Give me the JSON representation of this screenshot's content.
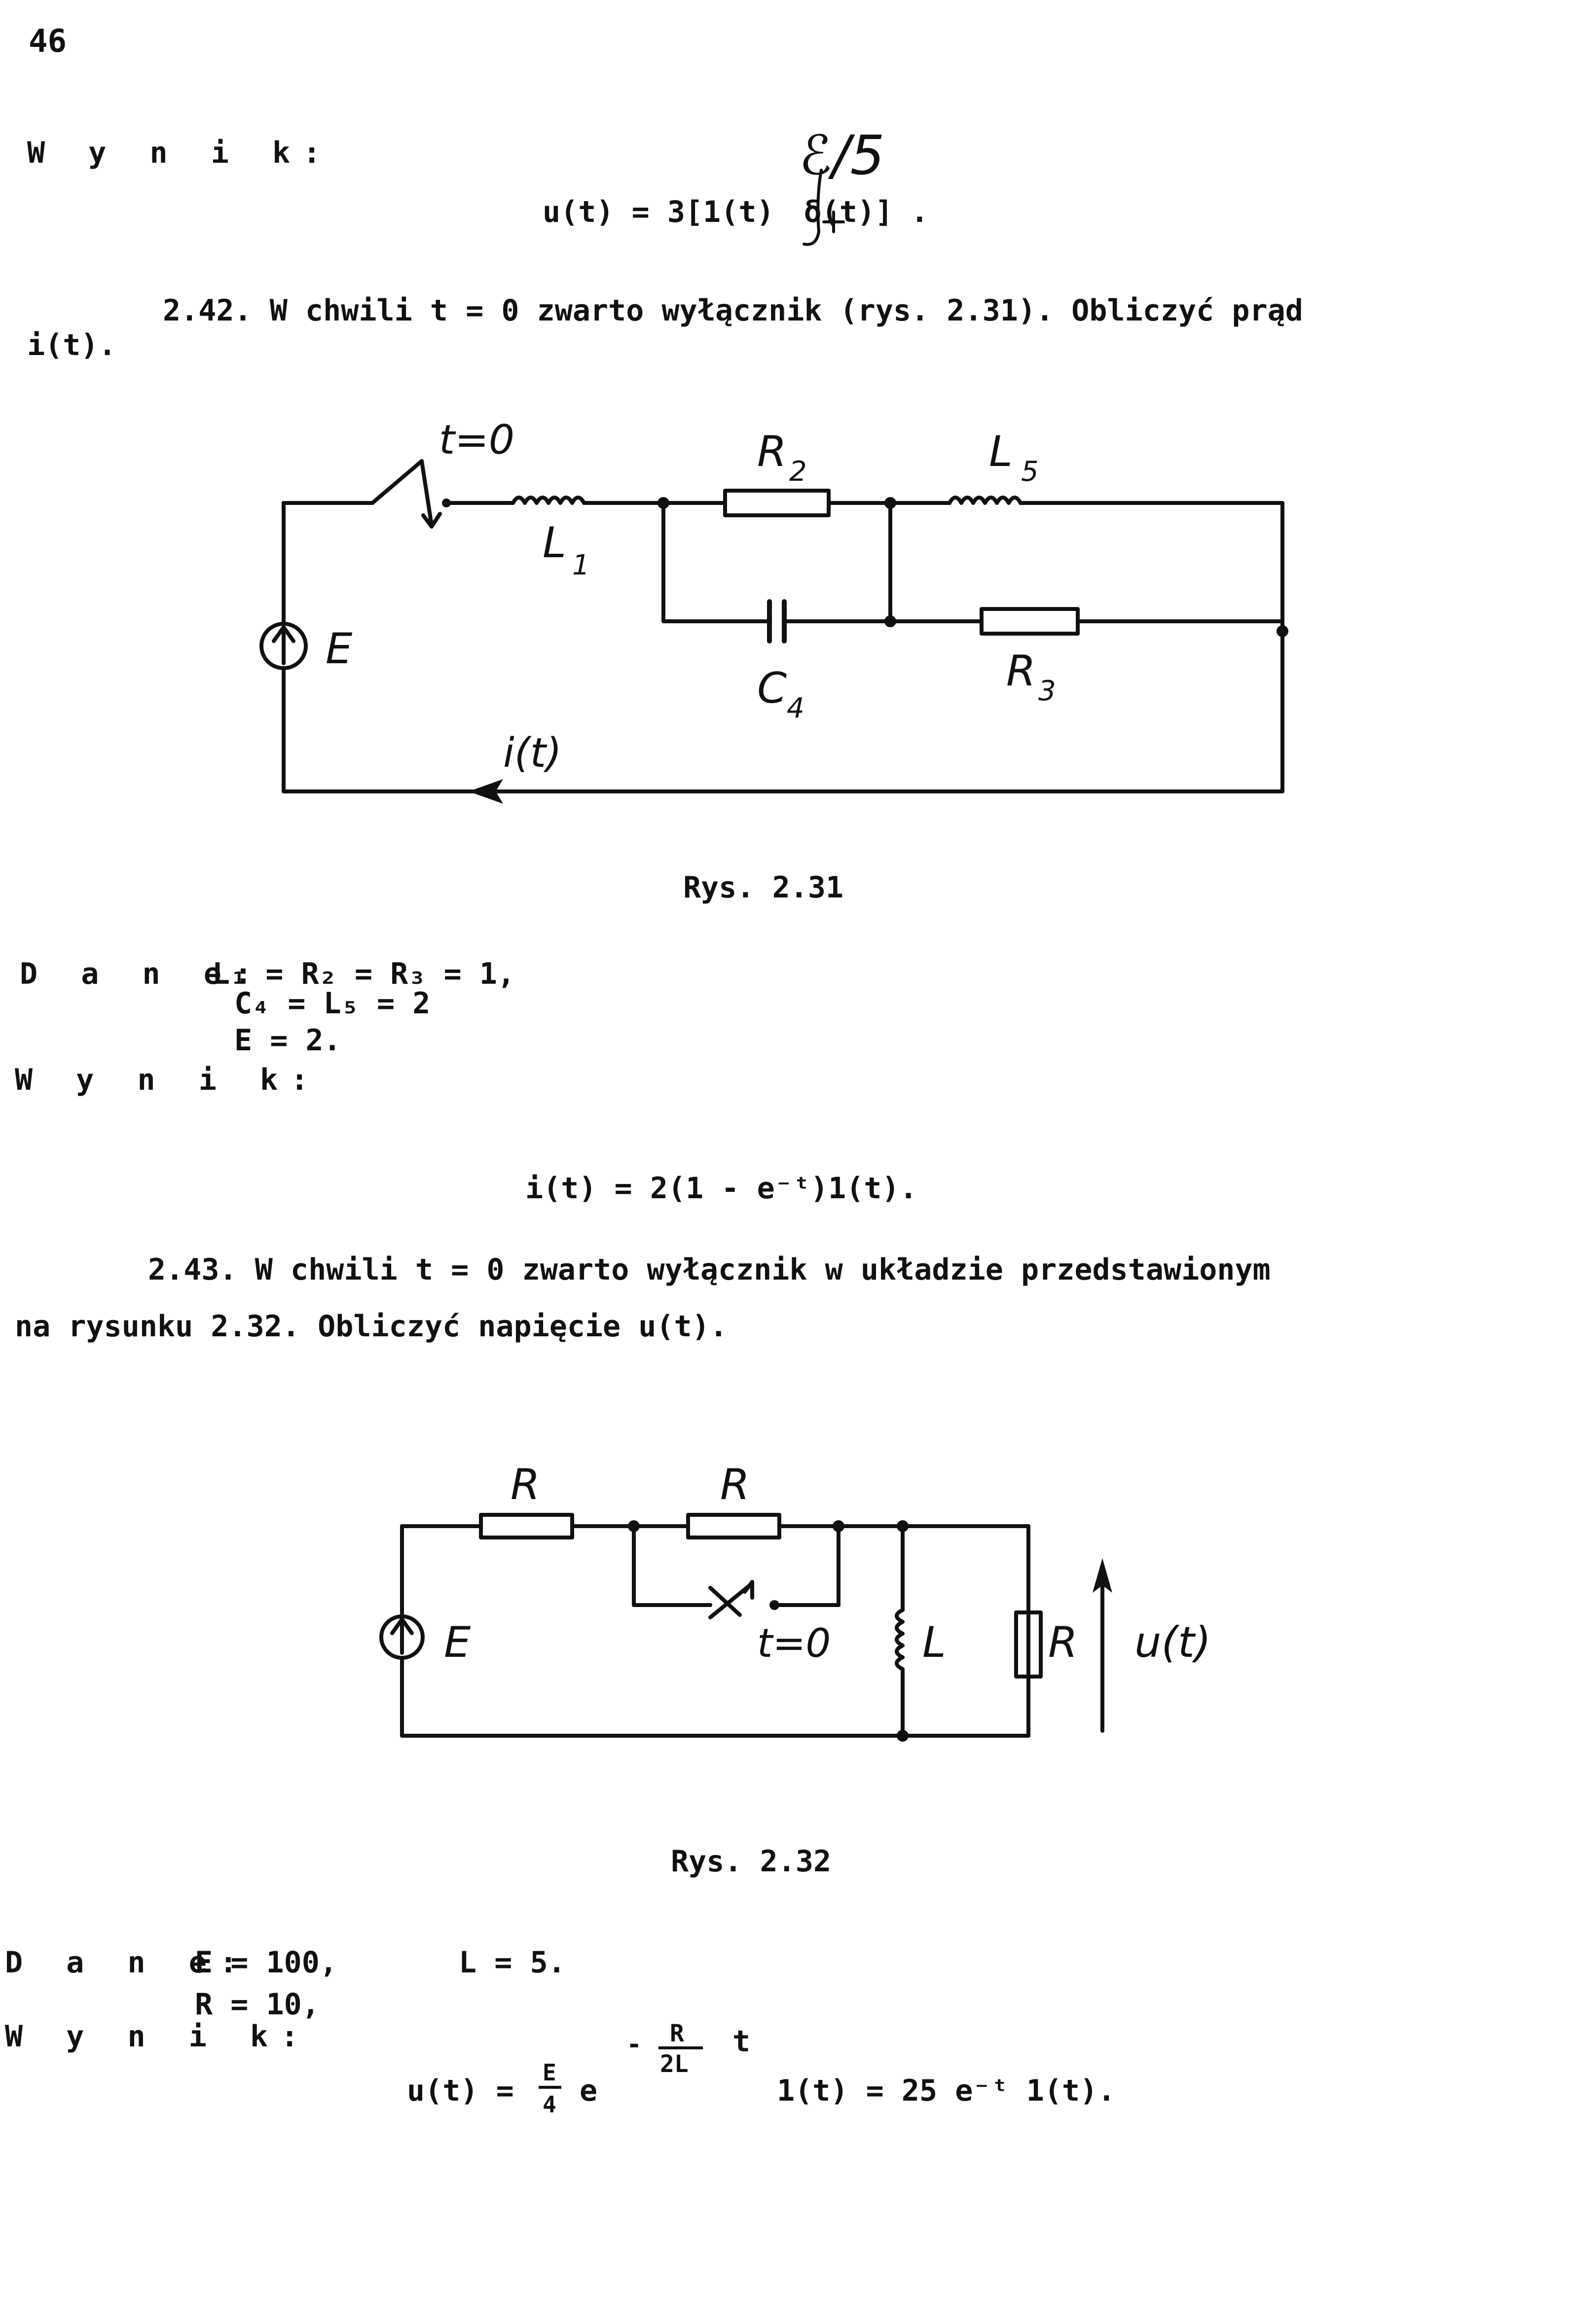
{
  "page_number": "46",
  "result1": {
    "label": "W y n i k:",
    "formula_left": "u(t) = 3[1(t)",
    "formula_right": "δ(t)] .",
    "handwritten_note": "ℰ/5"
  },
  "problem_2_42": {
    "line1": "2.42. W chwili t = 0 zwarto wyłącznik (rys. 2.31). Obliczyć prąd",
    "line2": "i(t)."
  },
  "figure_2_31": {
    "caption": "Rys. 2.31",
    "labels": {
      "switch": "t=0",
      "L1": "L",
      "L1_sub": "1",
      "R2": "R",
      "R2_sub": "2",
      "L5": "L",
      "L5_sub": "5",
      "E": "E",
      "C4": "C",
      "C4_sub": "4",
      "R3": "R",
      "R3_sub": "3",
      "current": "i(t)"
    }
  },
  "data1": {
    "label": "D a n e:",
    "line1": "L₁ = R₂ = R₃ = 1,",
    "line2": "C₄ = L₅ = 2",
    "line3": "E  = 2."
  },
  "result2": {
    "label": "W y n i k:",
    "formula": "i(t) = 2(1 - e⁻ᵗ)1(t)."
  },
  "problem_2_43": {
    "line1": "2.43. W chwili t = 0 zwarto wyłącznik w układzie przedstawionym",
    "line2": "na rysunku 2.32. Obliczyć napięcie u(t)."
  },
  "figure_2_32": {
    "caption": "Rys. 2.32",
    "labels": {
      "R_left": "R",
      "R_right": "R",
      "E": "E",
      "switch": "t=0",
      "L": "L",
      "R_load": "R",
      "voltage": "u(t)"
    }
  },
  "data2": {
    "label": "D a n e:",
    "line1": "E = 100,",
    "line1b": "L = 5.",
    "line2": "R = 10,"
  },
  "result3": {
    "label": "W y n i k:",
    "formula_left": "u(t) =",
    "frac_num": "E",
    "frac_den": "4",
    "base": "e",
    "exp_sign": "-",
    "exp_num": "R",
    "exp_den": "2L",
    "exp_var": "t",
    "formula_right": "1(t) = 25 e⁻ᵗ 1(t)."
  }
}
